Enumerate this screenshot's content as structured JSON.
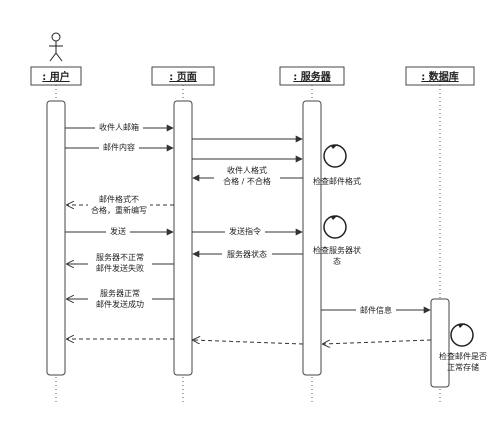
{
  "lifelines": {
    "user": ": 用户",
    "page": ": 页面",
    "server": ": 服务器",
    "database": ": 数据库"
  },
  "messages": {
    "recipient_email": "收件人邮箱",
    "mail_content": "邮件内容",
    "recipient_format": [
      "收件人格式",
      "合格 / 不合格"
    ],
    "mail_format_bad": [
      "邮件格式不",
      "合格，重新编写"
    ],
    "send": "发送",
    "send_command": "发送指令",
    "server_status": "服务器状态",
    "server_abnormal": [
      "服务器不正常",
      "邮件发送失败"
    ],
    "server_normal": [
      "服务器正常",
      "邮件发送成功"
    ],
    "mail_info": "邮件信息"
  },
  "self_calls": {
    "check_format": "检查邮件格式",
    "check_server": [
      "检查服务器状",
      "态"
    ],
    "check_stored": [
      "检查邮件是否",
      "正常存储"
    ]
  }
}
